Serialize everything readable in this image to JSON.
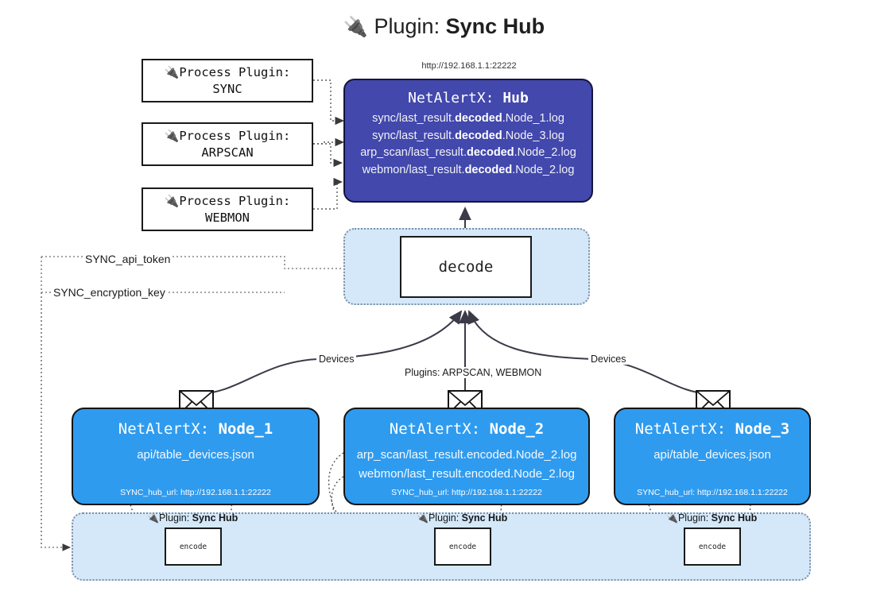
{
  "title": {
    "icon": "plug-icon",
    "prefix": "Plugin:",
    "name": "Sync Hub"
  },
  "hub": {
    "url": "http://192.168.1.1:22222",
    "title_prefix": "NetAlertX:",
    "title_name": "Hub",
    "logs": [
      {
        "pre": "sync/last_result.",
        "em": "decoded",
        "post": ".Node_1.log"
      },
      {
        "pre": "sync/last_result.",
        "em": "decoded",
        "post": ".Node_3.log"
      },
      {
        "pre": "arp_scan/last_result.",
        "em": "decoded",
        "post": ".Node_2.log"
      },
      {
        "pre": "webmon/last_result.",
        "em": "decoded",
        "post": ".Node_2.log"
      }
    ]
  },
  "process_plugins": [
    {
      "icon": "plug-icon",
      "line1": "Process Plugin:",
      "line2": "SYNC"
    },
    {
      "icon": "plug-icon",
      "line1": "Process Plugin:",
      "line2": "ARPSCAN"
    },
    {
      "icon": "plug-icon",
      "line1": "Process Plugin:",
      "line2": "WEBMON"
    }
  ],
  "decode": {
    "label": "decode"
  },
  "secrets": {
    "api_token": "SYNC_api_token",
    "encryption_key": "SYNC_encryption_key"
  },
  "edges": {
    "devices_left": "Devices",
    "devices_right": "Devices",
    "plugins": "Plugins: ARPSCAN, WEBMON"
  },
  "nodes": [
    {
      "title_prefix": "NetAlertX:",
      "title_name": "Node_1",
      "lines": [
        "api/table_devices.json"
      ],
      "footer": "SYNC_hub_url: http://192.168.1.1:22222"
    },
    {
      "title_prefix": "NetAlertX:",
      "title_name": "Node_2",
      "lines": [
        "arp_scan/last_result.encoded.Node_2.log",
        "webmon/last_result.encoded.Node_2.log"
      ],
      "footer": "SYNC_hub_url: http://192.168.1.1:22222"
    },
    {
      "title_prefix": "NetAlertX:",
      "title_name": "Node_3",
      "lines": [
        "api/table_devices.json"
      ],
      "footer": "SYNC_hub_url: http://192.168.1.1:22222"
    }
  ],
  "encoders": [
    {
      "caption_prefix": "Plugin:",
      "caption_name": "Sync Hub",
      "label": "encode"
    },
    {
      "caption_prefix": "Plugin:",
      "caption_name": "Sync Hub",
      "label": "encode"
    },
    {
      "caption_prefix": "Plugin:",
      "caption_name": "Sync Hub",
      "label": "encode"
    }
  ],
  "colors": {
    "hub_fill": "#4248ac",
    "node_fill": "#2f9bef",
    "container_fill": "#d4e8fa",
    "stroke": "#141414"
  }
}
